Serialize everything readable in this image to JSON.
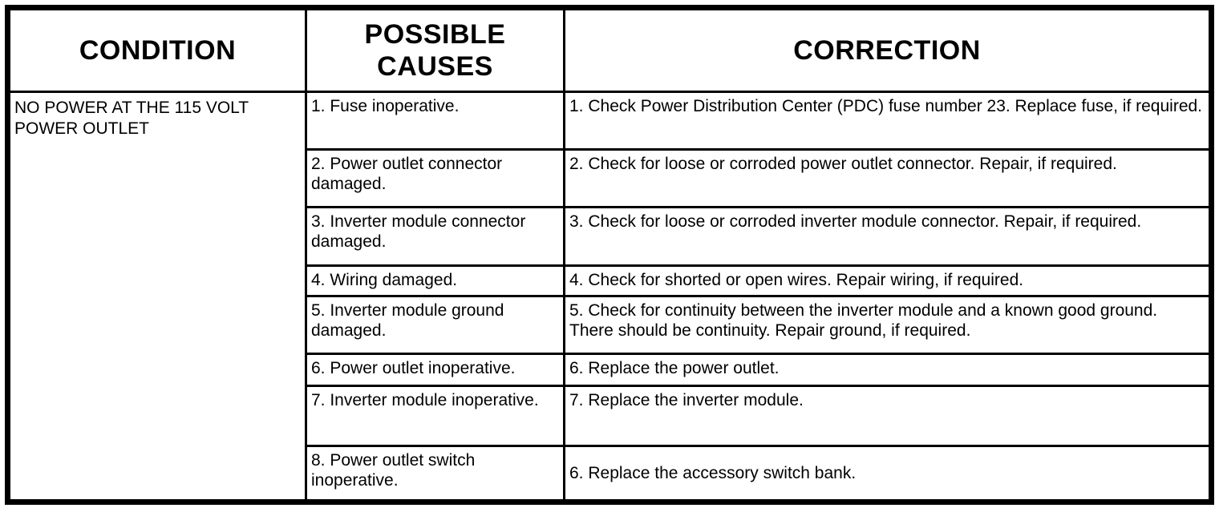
{
  "table": {
    "headers": {
      "condition": "CONDITION",
      "possible_causes": "POSSIBLE CAUSES",
      "correction": "CORRECTION"
    },
    "condition": "NO POWER AT THE 115 VOLT POWER OUTLET",
    "rows": [
      {
        "cause": "1. Fuse inoperative.",
        "correction": "1. Check Power Distribution Center (PDC) fuse number 23. Replace fuse, if required."
      },
      {
        "cause": "2. Power outlet connector damaged.",
        "correction": "2. Check for loose or corroded power outlet connector. Repair, if required."
      },
      {
        "cause": "3. Inverter module connector damaged.",
        "correction": "3. Check for loose or corroded inverter module connector. Repair, if required."
      },
      {
        "cause": "4. Wiring damaged.",
        "correction": "4. Check for shorted or open wires. Repair wiring, if required."
      },
      {
        "cause": "5. Inverter module ground damaged.",
        "correction": "5. Check for continuity between the inverter module and a known good ground. There should be continuity. Repair ground, if required."
      },
      {
        "cause": "6. Power outlet inoperative.",
        "correction": "6. Replace the power outlet."
      },
      {
        "cause": "7. Inverter module inoperative.",
        "correction": "7. Replace the inverter module."
      },
      {
        "cause": "8. Power outlet switch inoperative.",
        "correction": "6. Replace the accessory switch bank."
      }
    ]
  }
}
